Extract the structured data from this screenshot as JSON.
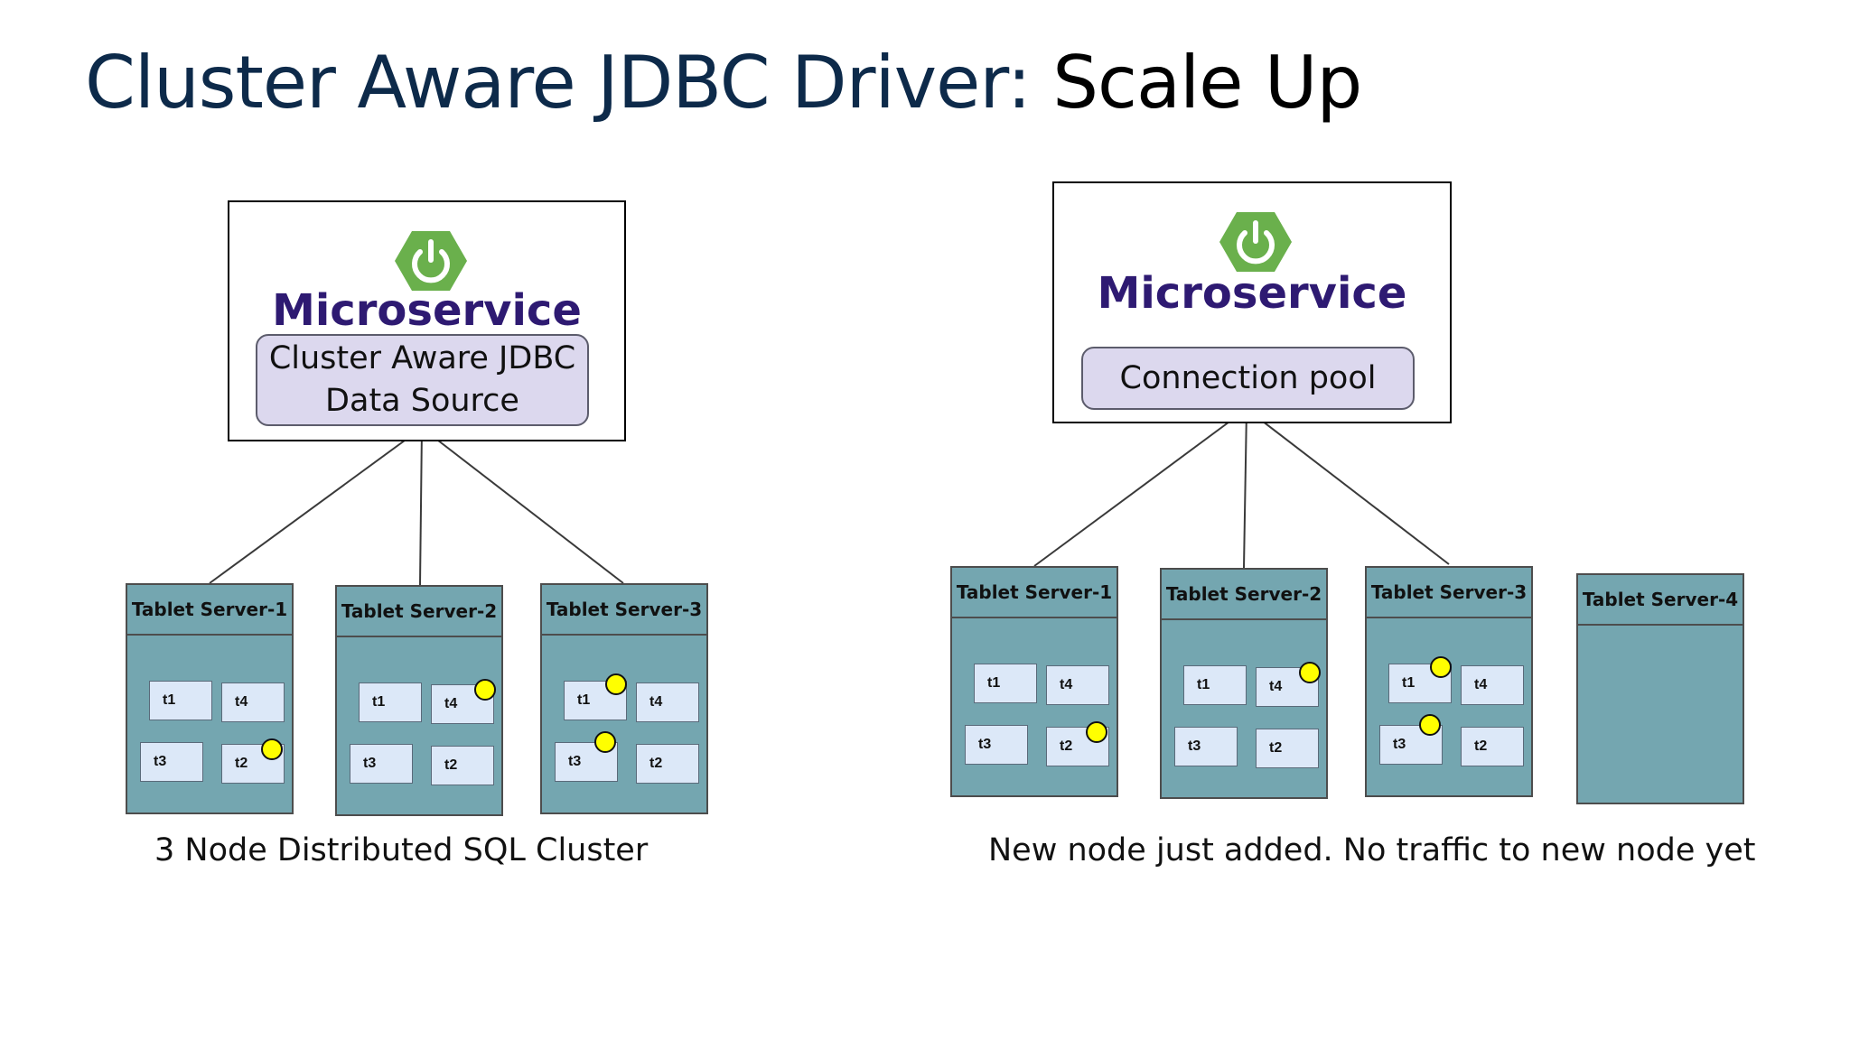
{
  "title": {
    "part1": "Cluster Aware JDBC Driver:",
    "part2": "Scale Up"
  },
  "left": {
    "microservice_label": "Microservice",
    "data_source_label": "Cluster Aware JDBC Data Source",
    "caption": "3 Node Distributed SQL Cluster",
    "servers": [
      {
        "name": "Tablet Server-1",
        "tablets": [
          "t1",
          "t4",
          "t3",
          "t2"
        ],
        "active": [
          "t2"
        ]
      },
      {
        "name": "Tablet Server-2",
        "tablets": [
          "t1",
          "t4",
          "t3",
          "t2"
        ],
        "active": [
          "t4"
        ]
      },
      {
        "name": "Tablet Server-3",
        "tablets": [
          "t1",
          "t4",
          "t3",
          "t2"
        ],
        "active": [
          "t1",
          "t3"
        ]
      }
    ]
  },
  "right": {
    "microservice_label": "Microservice",
    "pool_label": "Connection pool",
    "caption": "New node just added. No traffic to new node yet",
    "servers": [
      {
        "name": "Tablet Server-1",
        "tablets": [
          "t1",
          "t4",
          "t3",
          "t2"
        ],
        "active": [
          "t2"
        ]
      },
      {
        "name": "Tablet Server-2",
        "tablets": [
          "t1",
          "t4",
          "t3",
          "t2"
        ],
        "active": [
          "t4"
        ]
      },
      {
        "name": "Tablet Server-3",
        "tablets": [
          "t1",
          "t4",
          "t3",
          "t2"
        ],
        "active": [
          "t1",
          "t3"
        ]
      },
      {
        "name": "Tablet Server-4",
        "tablets": [],
        "active": []
      }
    ]
  },
  "colors": {
    "logo": "#6ab04c",
    "microservice_text": "#2e1a72",
    "server_fill": "#74a6b0",
    "tablet_fill": "#dce8f8",
    "active_dot": "#ffff00"
  },
  "icons": {
    "logo": "power-icon"
  }
}
